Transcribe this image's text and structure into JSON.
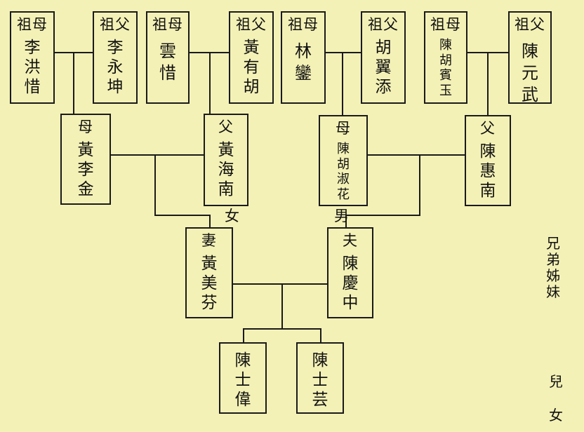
{
  "grandparents": [
    {
      "role": "祖母",
      "name": [
        "李",
        "洪",
        "惜"
      ]
    },
    {
      "role": "祖父",
      "name": [
        "李",
        "永",
        "坤"
      ]
    },
    {
      "role": "祖母",
      "name": [
        "雲",
        "惜"
      ]
    },
    {
      "role": "祖父",
      "name": [
        "黃",
        "有",
        "胡"
      ]
    },
    {
      "role": "祖母",
      "name": [
        "林",
        "鑾"
      ]
    },
    {
      "role": "祖父",
      "name": [
        "胡",
        "翼",
        "添"
      ]
    },
    {
      "role": "祖母",
      "name": [
        "陳",
        "胡",
        "賓",
        "玉"
      ]
    },
    {
      "role": "祖父",
      "name": [
        "陳",
        "元",
        "武"
      ]
    }
  ],
  "parents": [
    {
      "role": "母",
      "name": [
        "黃",
        "李",
        "金"
      ]
    },
    {
      "role": "父",
      "name": [
        "黃",
        "海",
        "南"
      ]
    },
    {
      "role": "母",
      "name": [
        "陳",
        "胡",
        "淑",
        "花"
      ]
    },
    {
      "role": "父",
      "name": [
        "陳",
        "惠",
        "南"
      ]
    }
  ],
  "couple": [
    {
      "role": "妻",
      "name": [
        "黃",
        "美",
        "芬"
      ]
    },
    {
      "role": "夫",
      "name": [
        "陳",
        "慶",
        "中"
      ]
    }
  ],
  "children": [
    {
      "name": [
        "陳",
        "士",
        "偉"
      ]
    },
    {
      "name": [
        "陳",
        "士",
        "芸"
      ]
    }
  ],
  "labels": {
    "female": "女",
    "male": "男"
  },
  "side_labels": {
    "siblings": [
      "兄",
      "弟",
      "姊",
      "妹"
    ],
    "children": [
      "兒",
      "女"
    ]
  }
}
